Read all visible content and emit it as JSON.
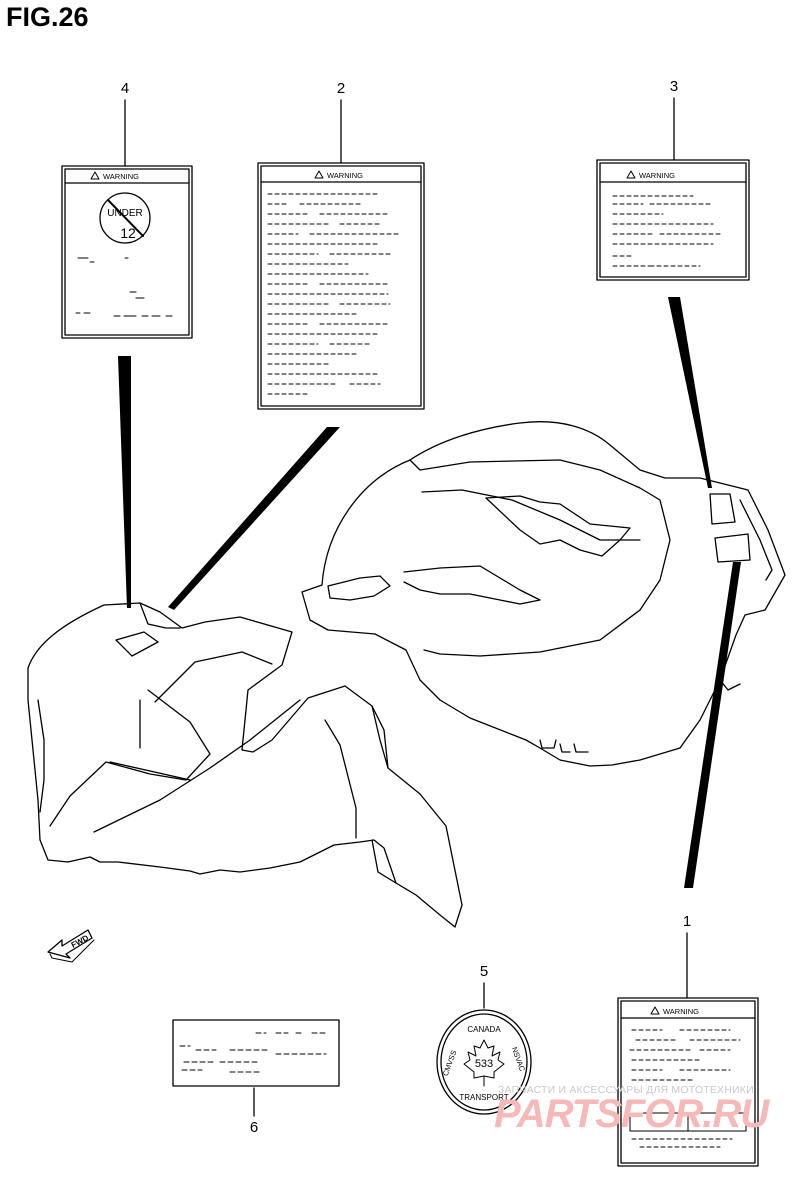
{
  "figure": {
    "title": "FIG.26"
  },
  "callouts": [
    "1",
    "2",
    "3",
    "4",
    "5",
    "6"
  ],
  "labels": {
    "warning_1": "WARNING",
    "warning_2": "WARNING",
    "warning_3": "WARNING",
    "warning_4": "WARNING",
    "under_text": "UNDER",
    "age": "12"
  },
  "canada_seal": {
    "top": "CANADA",
    "left": "CMVSS",
    "right": "NSVAC",
    "bottom": "TRANSPORT",
    "code": "533"
  },
  "fwd_arrow": "FWD",
  "watermark": {
    "subtitle": "ЗАПЧАСТИ И АКСЕССУАРЫ ДЛЯ МОТОТЕХНИКИ",
    "brand": "PARTSFOR.RU"
  },
  "colors": {
    "line": "#000000",
    "watermark": "#f7b8b8"
  }
}
